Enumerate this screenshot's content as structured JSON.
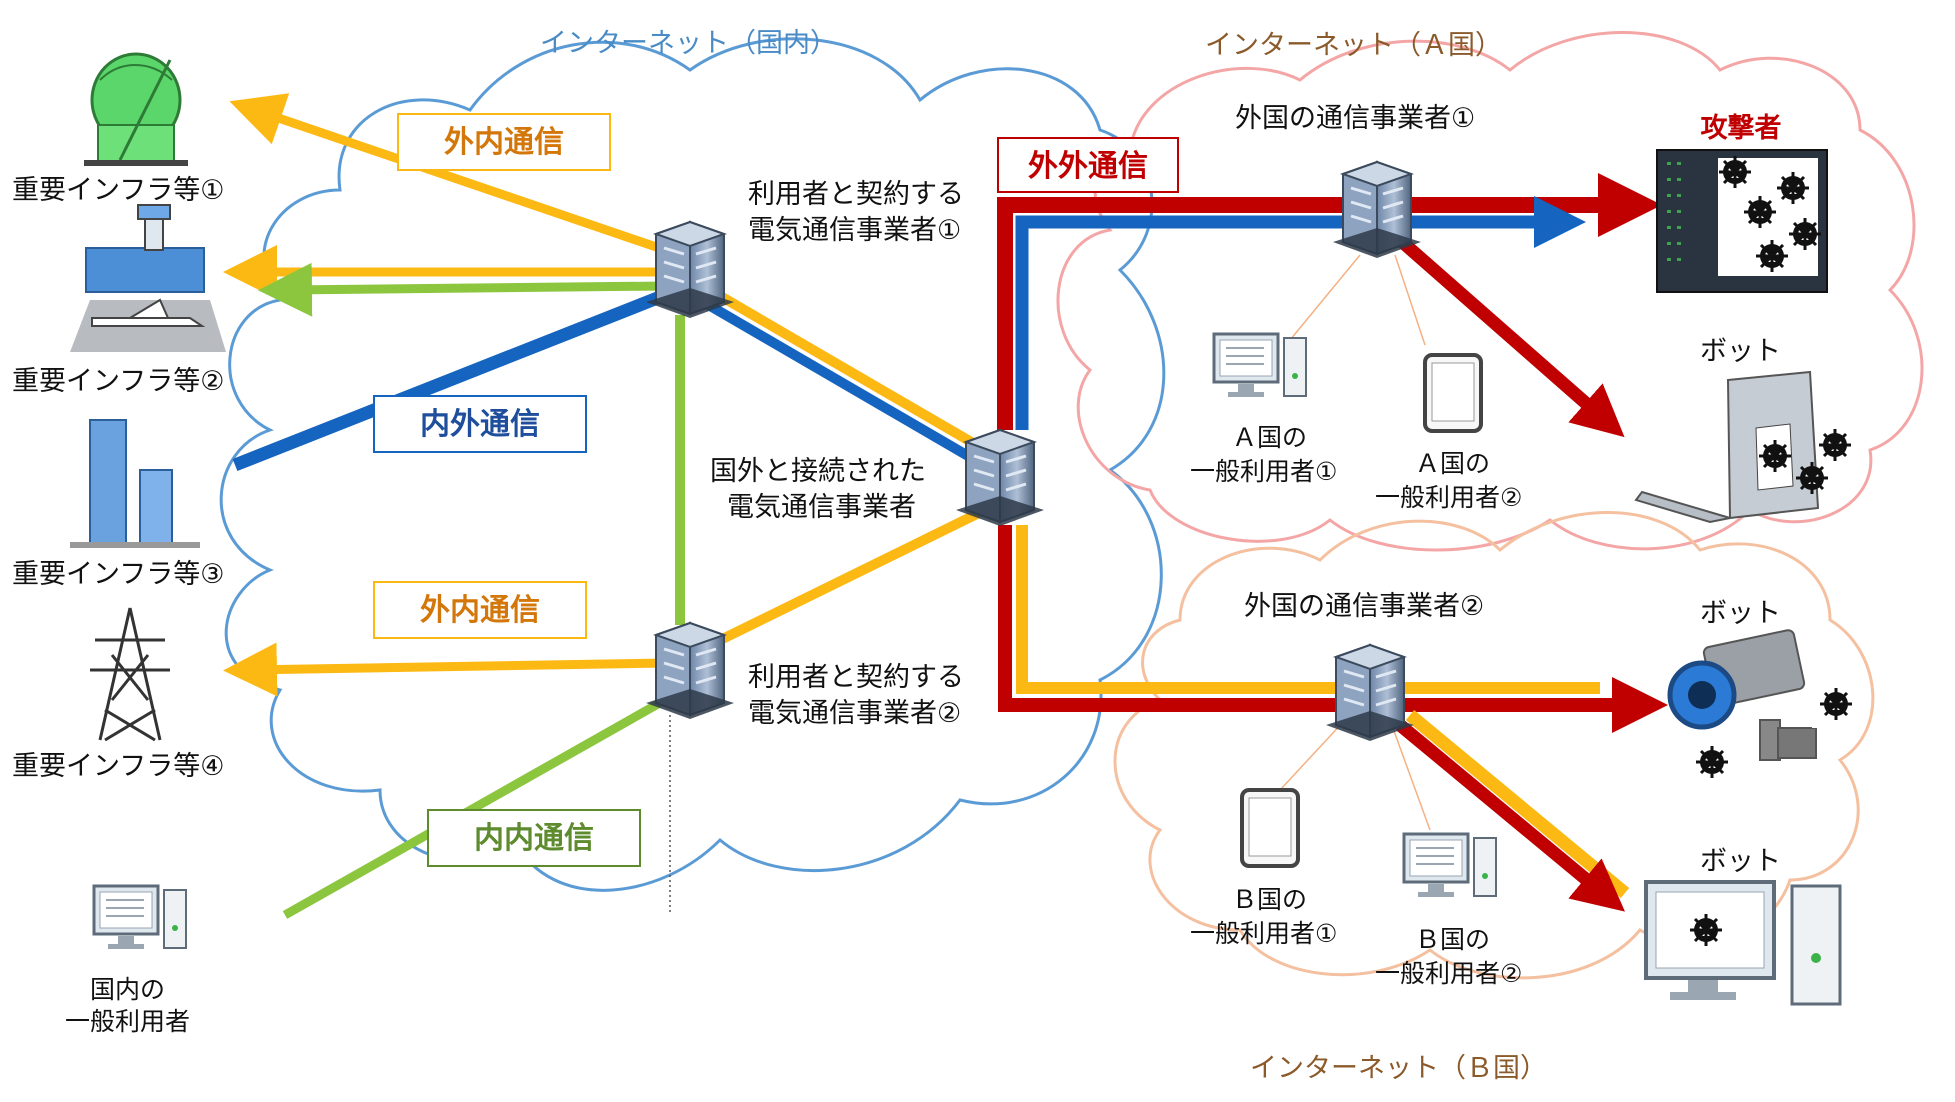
{
  "clouds": {
    "domestic": "インターネット（国内）",
    "country_a": "インターネット（Ａ国）",
    "country_b": "インターネット（Ｂ国）"
  },
  "infrastructure": [
    "重要インフラ等①",
    "重要インフラ等②",
    "重要インフラ等③",
    "重要インフラ等④"
  ],
  "domestic_user": [
    "国内の",
    "一般利用者"
  ],
  "carriers": {
    "contract_1": [
      "利用者と契約する",
      "電気通信事業者①"
    ],
    "contract_2": [
      "利用者と契約する",
      "電気通信事業者②"
    ],
    "international": [
      "国外と接続された",
      "電気通信事業者"
    ],
    "foreign_1": "外国の通信事業者①",
    "foreign_2": "外国の通信事業者②"
  },
  "users_a": [
    [
      "Ａ国の",
      "一般利用者①"
    ],
    [
      "Ａ国の",
      "一般利用者②"
    ]
  ],
  "users_b": [
    [
      "Ｂ国の",
      "一般利用者①"
    ],
    [
      "Ｂ国の",
      "一般利用者②"
    ]
  ],
  "attacker": "攻撃者",
  "bots": [
    "ボット",
    "ボット",
    "ボット"
  ],
  "comm_types": {
    "outer_inner_top": "外内通信",
    "outer_outer": "外外通信",
    "inner_outer": "内外通信",
    "outer_inner_mid": "外内通信",
    "inner_inner": "内内通信"
  },
  "colors": {
    "outer_inner": "#FDB913",
    "outer_outer": "#C00000",
    "inner_outer": "#1565C0",
    "inner_inner": "#8CC63F",
    "cloud_domestic": "#5B9BD5",
    "cloud_a": "#F4A6A6",
    "cloud_b": "#F4C09F"
  }
}
